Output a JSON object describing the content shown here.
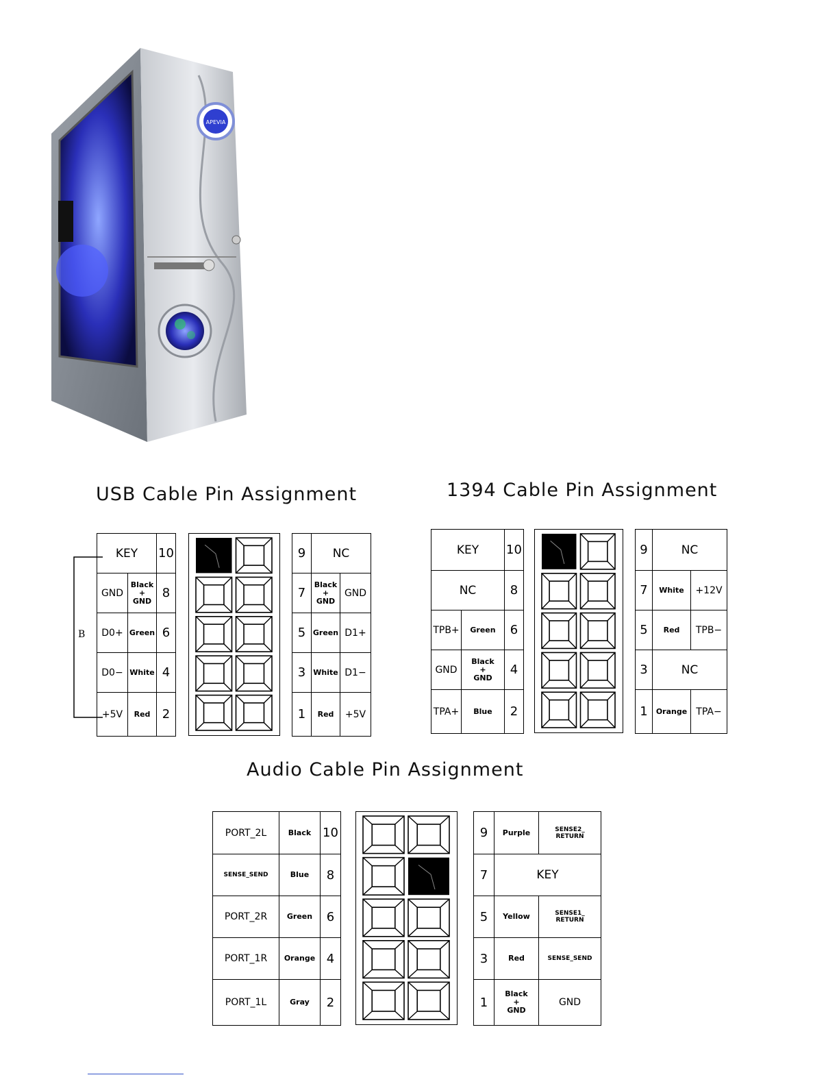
{
  "case_image": {
    "logo": "APEVIA"
  },
  "usb": {
    "title": "USB Cable Pin Assignment",
    "bracket_label": "B",
    "left": [
      {
        "signal": "KEY",
        "color": "",
        "pin": "10"
      },
      {
        "signal": "GND",
        "color": "Black\n+\nGND",
        "pin": "8"
      },
      {
        "signal": "D0+",
        "color": "Green",
        "pin": "6"
      },
      {
        "signal": "D0−",
        "color": "White",
        "pin": "4"
      },
      {
        "signal": "+5V",
        "color": "Red",
        "pin": "2"
      }
    ],
    "right": [
      {
        "pin": "9",
        "color": "",
        "signal": "NC"
      },
      {
        "pin": "7",
        "color": "Black\n+\nGND",
        "signal": "GND"
      },
      {
        "pin": "5",
        "color": "Green",
        "signal": "D1+"
      },
      {
        "pin": "3",
        "color": "White",
        "signal": "D1−"
      },
      {
        "pin": "1",
        "color": "Red",
        "signal": "+5V"
      }
    ]
  },
  "ieee1394": {
    "title": "1394 Cable Pin Assignment",
    "left": [
      {
        "signal": "KEY",
        "color": "",
        "pin": "10"
      },
      {
        "signal": "NC",
        "color": "",
        "pin": "8"
      },
      {
        "signal": "TPB+",
        "color": "Green",
        "pin": "6"
      },
      {
        "signal": "GND",
        "color": "Black\n+\nGND",
        "pin": "4"
      },
      {
        "signal": "TPA+",
        "color": "Blue",
        "pin": "2"
      }
    ],
    "right": [
      {
        "pin": "9",
        "color": "",
        "signal": "NC"
      },
      {
        "pin": "7",
        "color": "White",
        "signal": "+12V"
      },
      {
        "pin": "5",
        "color": "Red",
        "signal": "TPB−"
      },
      {
        "pin": "3",
        "color": "",
        "signal": "NC"
      },
      {
        "pin": "1",
        "color": "Orange",
        "signal": "TPA−"
      }
    ]
  },
  "audio": {
    "title": "Audio Cable Pin Assignment",
    "left": [
      {
        "signal": "PORT_2L",
        "color": "Black",
        "pin": "10"
      },
      {
        "signal": "SENSE_SEND",
        "color": "Blue",
        "pin": "8"
      },
      {
        "signal": "PORT_2R",
        "color": "Green",
        "pin": "6"
      },
      {
        "signal": "PORT_1R",
        "color": "Orange",
        "pin": "4"
      },
      {
        "signal": "PORT_1L",
        "color": "Gray",
        "pin": "2"
      }
    ],
    "right": [
      {
        "pin": "9",
        "color": "Purple",
        "signal": "SENSE2_\nRETURN"
      },
      {
        "pin": "7",
        "color": "",
        "signal": "KEY"
      },
      {
        "pin": "5",
        "color": "Yellow",
        "signal": "SENSE1_\nRETURN"
      },
      {
        "pin": "3",
        "color": "Red",
        "signal": "SENSE_SEND"
      },
      {
        "pin": "1",
        "color": "Black\n+\nGND",
        "signal": "GND"
      }
    ]
  }
}
